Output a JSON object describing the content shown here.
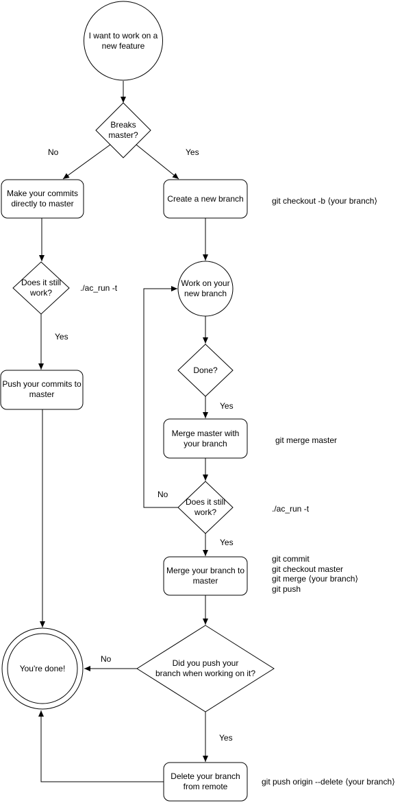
{
  "colors": {
    "stroke": "#000000",
    "text": "#000000",
    "background": "#ffffff"
  },
  "nodes": {
    "start": [
      "I want to work on a",
      "new feature"
    ],
    "breaks_master": [
      "Breaks",
      "master?"
    ],
    "commit_to_master": [
      "Make your commits",
      "directly to master"
    ],
    "create_branch": [
      "Create a new branch"
    ],
    "still_work_left": [
      "Does it still",
      "work?"
    ],
    "push_commits": [
      "Push your commits to",
      "master"
    ],
    "work_on_branch": [
      "Work on your",
      "new branch"
    ],
    "done_q": [
      "Done?"
    ],
    "merge_master_into_branch": [
      "Merge master with",
      "your branch"
    ],
    "still_work_mid": [
      "Does it still",
      "work?"
    ],
    "merge_branch_to_master": [
      "Merge your branch to",
      "master"
    ],
    "did_you_push": [
      "Did you push your",
      "branch when working on it?"
    ],
    "youre_done": [
      "You're done!"
    ],
    "delete_remote_branch": [
      "Delete your branch",
      "from remote"
    ]
  },
  "edge_labels": {
    "breaks_no": "No",
    "breaks_yes": "Yes",
    "still_work_left_yes": "Yes",
    "done_yes": "Yes",
    "still_work_mid_no": "No",
    "still_work_mid_yes": "Yes",
    "did_push_no": "No",
    "did_push_yes": "Yes"
  },
  "annotations": {
    "checkout_branch": "git checkout -b ⟨your branch⟩",
    "ac_run_left": "./ac_run -t",
    "merge_master_cmd": "git merge master",
    "ac_run_mid": "./ac_run -t",
    "merge_to_master_cmds": [
      "git commit",
      "git checkout master",
      "git merge ⟨your branch⟩",
      "git push"
    ],
    "delete_remote_cmd": "git push origin --delete ⟨your branch⟩"
  }
}
